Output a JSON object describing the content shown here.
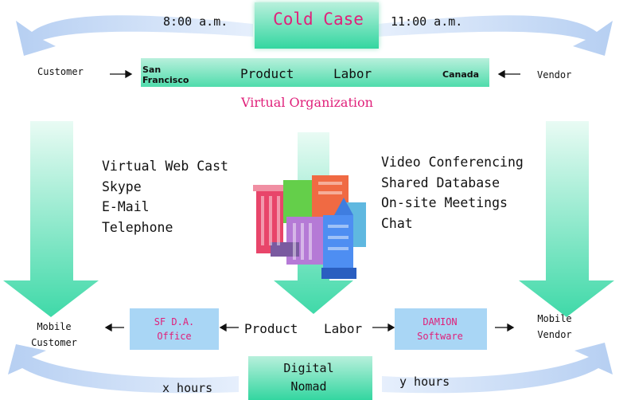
{
  "top": {
    "cold_case": "Cold Case",
    "time_left": "8:00 a.m.",
    "time_right": "11:00 a.m.",
    "customer": "Customer",
    "vendor": "Vendor",
    "san_francisco": "San Francisco",
    "canada": "Canada",
    "product": "Product",
    "labor": "Labor",
    "virtual_org": "Virtual Organization"
  },
  "left_list": [
    "Virtual Web Cast",
    "Skype",
    "E-Mail",
    "Telephone"
  ],
  "right_list": [
    "Video Conferencing",
    "Shared Database",
    "On-site Meetings",
    "Chat"
  ],
  "bottom": {
    "mobile_customer": "Mobile Customer",
    "mobile_vendor": "Mobile Vendor",
    "sf_da_office": "SF D.A. Office",
    "damion_software": "DAMION Software",
    "product": "Product",
    "labor": "Labor",
    "digital_nomad": "Digital Nomad",
    "x_hours": "x hours",
    "y_hours": "y hours"
  },
  "colors": {
    "pink": "#e0207a",
    "green_box": "#33d6a0",
    "blue_box": "#a9d6f5",
    "arrow_blue": "#c9dcf6",
    "arrow_green": "#3fd9a8"
  }
}
